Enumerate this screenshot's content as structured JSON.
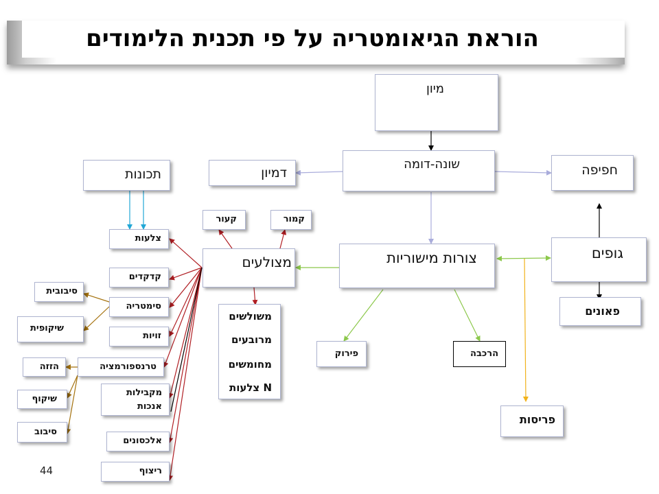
{
  "title": "הוראת הגיאומטריה על פי תכנית הלימודים",
  "nodes": {
    "miyun": "מיון",
    "shone_dome": "שונה-דומה",
    "dimyun": "דמיון",
    "tchunot": "תכונות",
    "hafifa": "חפיפה",
    "gufim": "גופים",
    "paonim": "פאונים",
    "tzurot": "צורות מישוריות",
    "metzulaim": "מצולעים",
    "kaur": "קעור",
    "kamur": "קמור",
    "tzlaot": "צלעות",
    "kodkodim": "קדקדים",
    "simetria": "סימטריה",
    "zaviot": "זויות",
    "transformatzia": "טרנספורמציה",
    "makbilut_1": "מקבילות",
    "makbilut_2": "אנכות",
    "alahsonim": "אלכסונים",
    "ritzuf": "ריצוף",
    "sivuvit": "סיבובית",
    "shikufit": "שיקופית",
    "hazaza": "הזזה",
    "shikuf": "שיקוף",
    "sivuv": "סיבוב",
    "poly_list": [
      "משולשים",
      "מרובעים",
      "מחומשים",
      "N צלעות"
    ],
    "piruk": "פירוק",
    "harkava": "הרכבה",
    "prisot": "פריסות"
  },
  "colors": {
    "black": "#000000",
    "lavender": "#a9acdb",
    "green": "#8cc84b",
    "red": "#b01e23",
    "cyan": "#22a7d6",
    "brown": "#a5720e",
    "yellow": "#f1b21b"
  },
  "page_number": "44"
}
